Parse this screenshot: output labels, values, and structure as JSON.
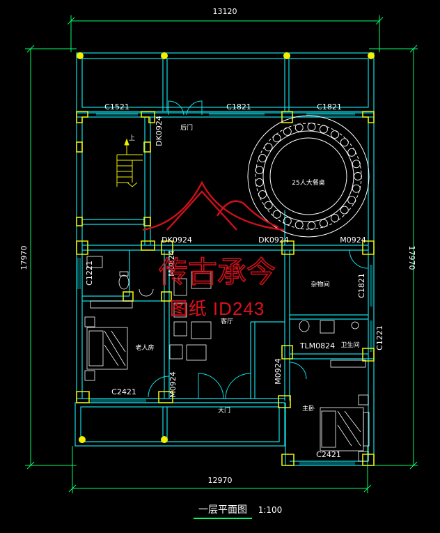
{
  "colors": {
    "background": "#000000",
    "wall": "#0fe0e8",
    "column": "#f0f000",
    "dimension": "#00ff66",
    "text": "#ffffff",
    "watermark": "#d0101a",
    "furniture": "#ffffff"
  },
  "dimensions": {
    "top_width": "13120",
    "bottom_width": "12970",
    "left_height": "17970",
    "right_height": "17970"
  },
  "windows": {
    "c1521": "C1521",
    "c1821_a": "C1821",
    "c1821_b": "C1821",
    "c1221_left": "C1221",
    "c1821_right": "C1821",
    "c1221_right": "C1221",
    "c2421_left": "C2421",
    "c2421_right": "C2421"
  },
  "doors": {
    "dk0924_top": "DK0924",
    "dk0924_left": "DK0924",
    "dk0924_mid": "DK0924",
    "m0924_right": "M0924",
    "m0824": "M0824",
    "tlm0824": "TLM0824",
    "m0924_living": "M0924",
    "m0924_bed": "M0924"
  },
  "rooms": {
    "back_door": "后门",
    "dining_table": "25人大餐桌",
    "storage": "杂物间",
    "living_room": "客厅",
    "elder_room": "老人房",
    "bathroom": "卫生间",
    "master_bedroom": "主卧",
    "main_door": "大门",
    "stair_up": "上"
  },
  "watermark": {
    "brand": "传古承今",
    "id_text": "图纸 ID243"
  },
  "footer": {
    "title": "一层平面图",
    "scale": "1:100"
  }
}
